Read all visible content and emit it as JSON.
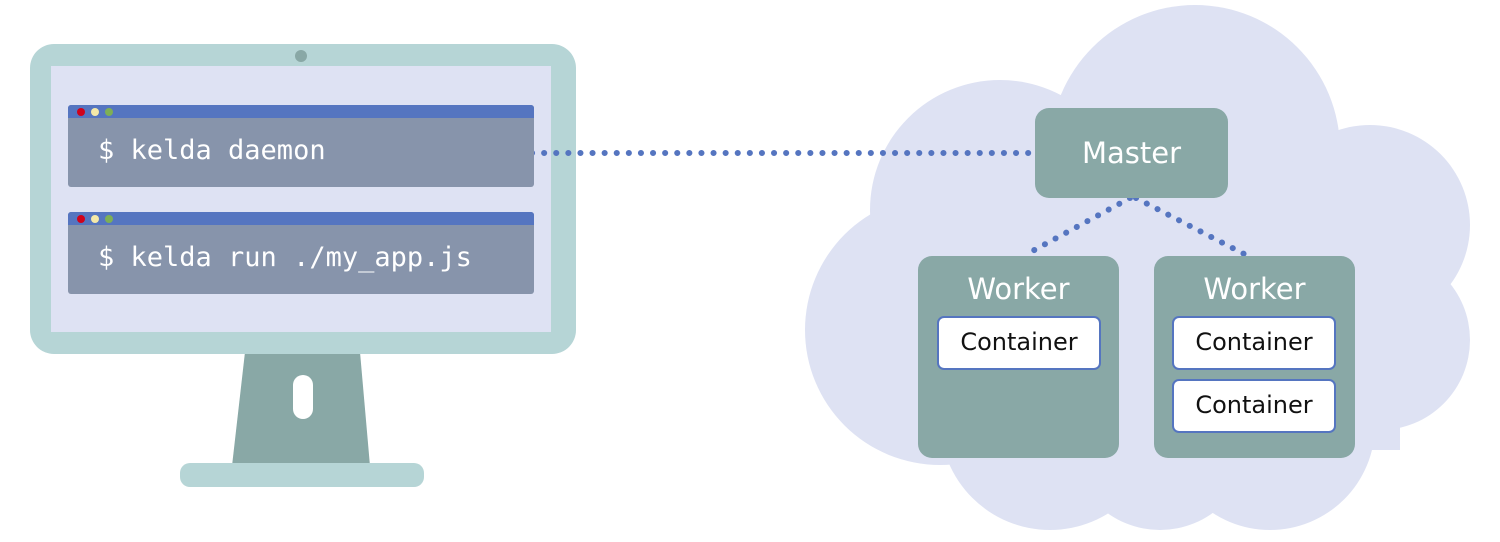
{
  "terminals": [
    {
      "command": "$ kelda daemon"
    },
    {
      "command": "$ kelda run ./my_app.js"
    }
  ],
  "cloud": {
    "master_label": "Master",
    "workers": [
      {
        "label": "Worker",
        "containers": [
          "Container"
        ]
      },
      {
        "label": "Worker",
        "containers": [
          "Container",
          "Container"
        ]
      }
    ]
  },
  "colors": {
    "monitor_frame": "#b6d5d6",
    "monitor_screen": "#dee2f3",
    "monitor_stand": "#89a8a6",
    "terminal_body": "#8794ab",
    "terminal_titlebar": "#5575c0",
    "cloud": "#dee2f3",
    "node": "#89a8a6",
    "connector": "#5575c0",
    "dot_red": "#d0021b",
    "dot_yellow": "#f5e9a8",
    "dot_green": "#7eaf55"
  }
}
